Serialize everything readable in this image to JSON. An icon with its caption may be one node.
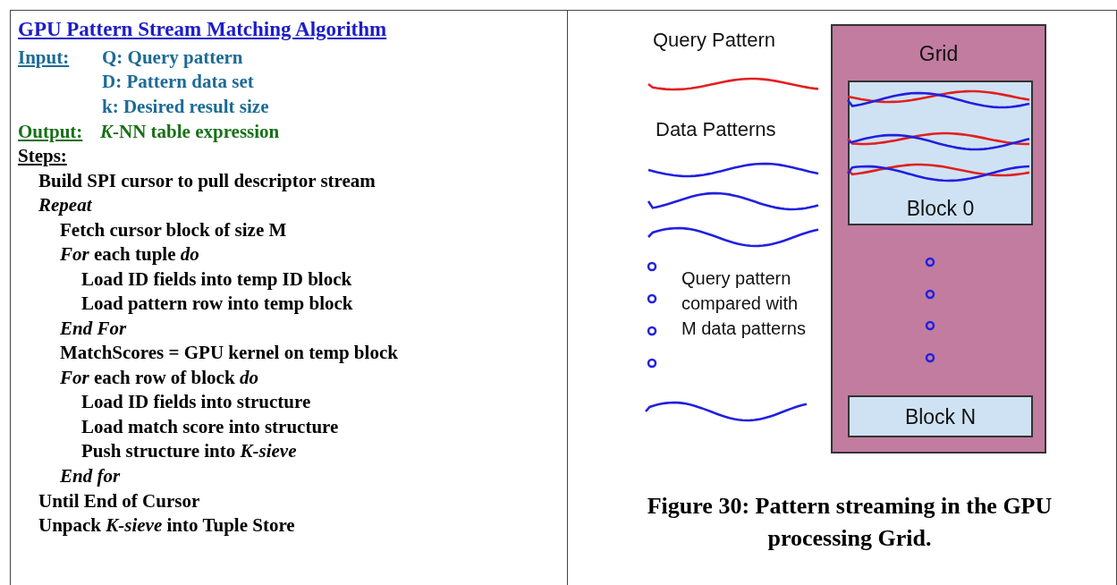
{
  "diagram": {
    "caption": "Figure 30: Pattern streaming in the GPU processing Grid.",
    "nodes": [
      {
        "text": [
          "Grid"
        ]
      },
      {
        "text": [
          "Block 0"
        ],
        "in": 0
      },
      {
        "text": [
          "Block N"
        ],
        "in": 0
      }
    ],
    "labels": [
      "GPU Pattern Stream Matching Algorithm",
      "Input:",
      "Q: Query pattern",
      "D: Pattern data set",
      "k: Desired result size",
      "Output:",
      "*K*-NN table expression",
      "Steps:",
      "Build SPI cursor to pull descriptor stream",
      "Repeat",
      "Fetch cursor block of size M",
      "*For* each tuple *do*",
      "Load ID fields into temp ID block",
      "Load pattern row into temp block",
      "End For",
      "MatchScores = GPU kernel on temp block",
      "*For* each row of block *do*",
      "Load ID fields into structure",
      "Load match score into structure",
      "Push structure into *K-sieve*",
      "End for",
      "Until End of Cursor",
      "Unpack *K-sieve* into Tuple Store",
      "Query Pattern",
      "Data Patterns",
      "Query pattern compared with M data patterns"
    ]
  }
}
